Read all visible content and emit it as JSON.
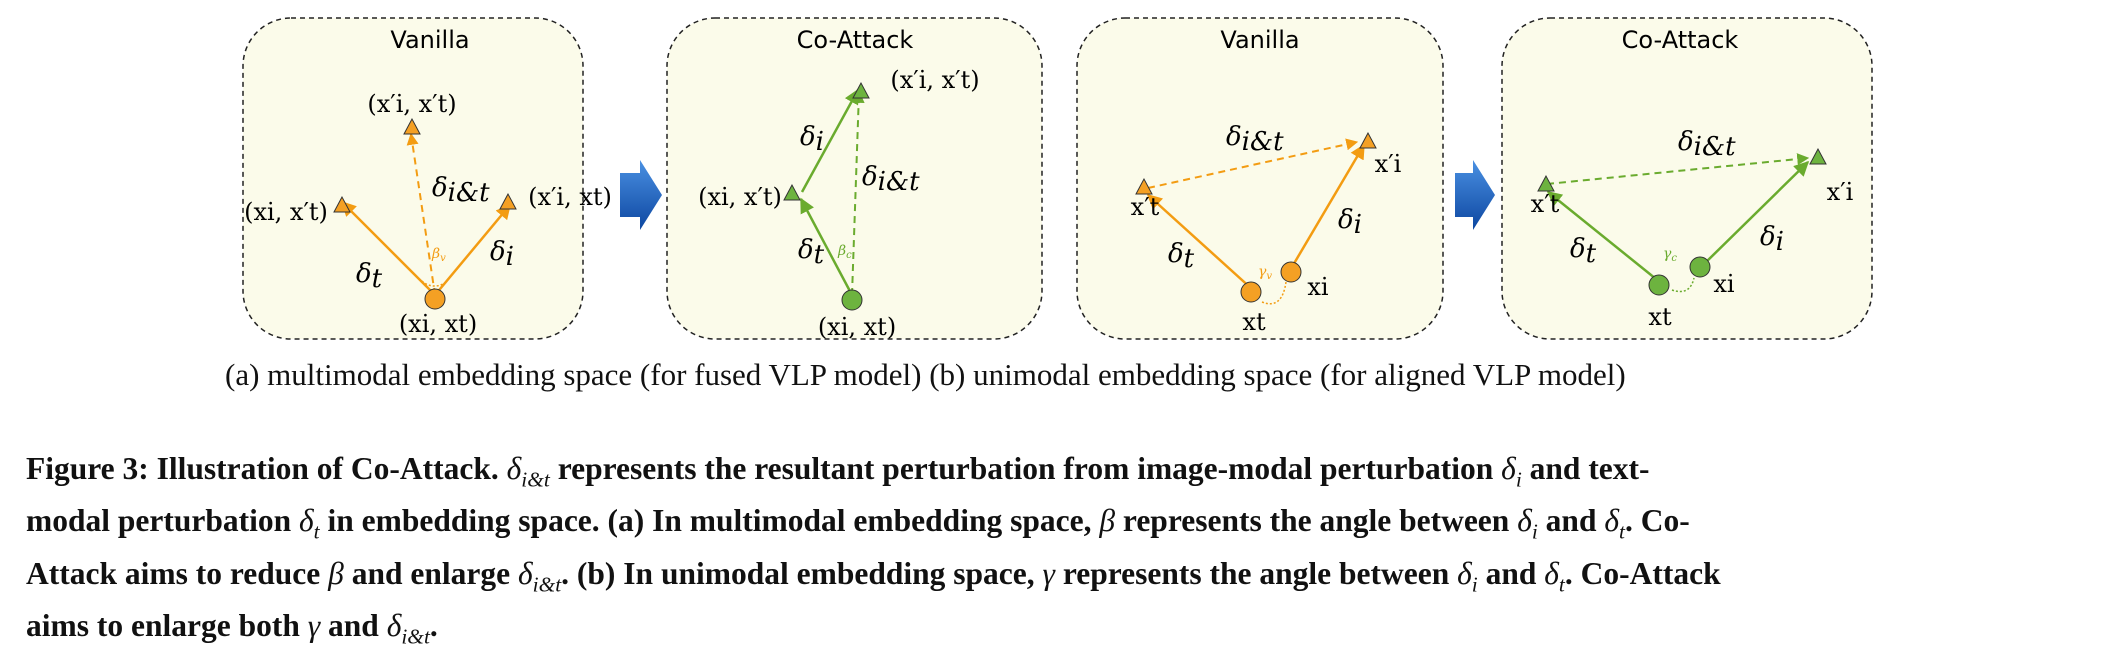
{
  "panels": [
    {
      "title": "Vanilla",
      "labels": {
        "origin": "(x",
        "origin_i": "i",
        "origin_mid": ", x",
        "origin_t": "t",
        "origin_end": ")"
      },
      "delta_t": "δ",
      "delta_t_sub": "t",
      "delta_i": "δ",
      "delta_i_sub": "i",
      "delta_it": "δ",
      "delta_it_sub": "i&t",
      "angle": "β",
      "angle_sub": "v"
    },
    {
      "title": "Co-Attack",
      "angle": "β",
      "angle_sub": "c"
    },
    {
      "title": "Vanilla",
      "angle": "γ",
      "angle_sub": "v"
    },
    {
      "title": "Co-Attack",
      "angle": "γ",
      "angle_sub": "c"
    }
  ],
  "point_labels": {
    "p1_top": "(x′i, x′t)",
    "p1_left": "(xi, x′t)",
    "p1_right": "(x′i, xt)",
    "p1_origin": "(xi, xt)",
    "p2_top": "(x′i, x′t)",
    "p2_left": "(xi, x′t)",
    "p2_origin": "(xi, xt)",
    "xt_prime": "x′t",
    "xi_prime": "x′i",
    "xt": "xt",
    "xi": "xi"
  },
  "subcaption": "(a) multimodal embedding space (for fused VLP model) (b) unimodal embedding space (for aligned VLP model)",
  "caption": {
    "lead": "Figure 3: Illustration of Co-Attack.",
    "l1a": "represents the resultant perturbation from image-modal perturbation",
    "l1b": "and text-",
    "l2a": "modal perturbation",
    "l2b": "in embedding space. (a) In multimodal embedding space,",
    "l2c": "represents the angle between",
    "l2d": "and",
    "l2e": ". Co-",
    "l3a": "Attack aims to reduce",
    "l3b": "and enlarge",
    "l3c": ". (b) In unimodal embedding space,",
    "l3d": "represents the angle between",
    "l3e": "and",
    "l3f": ". Co-Attack",
    "l4a": "aims to enlarge both",
    "l4b": "and",
    "l4c": ".",
    "sym_delta": "δ",
    "sym_i": "i",
    "sym_t": "t",
    "sym_it": "i&t",
    "sym_beta": "β",
    "sym_gamma": "γ"
  },
  "colors": {
    "orange": "#f39c12",
    "orange_fill": "#f4a024",
    "green": "#6aab2e",
    "green_fill": "#6db33f",
    "panel_bg": "#fbfbea",
    "arrow_blue": "#1565c0"
  }
}
